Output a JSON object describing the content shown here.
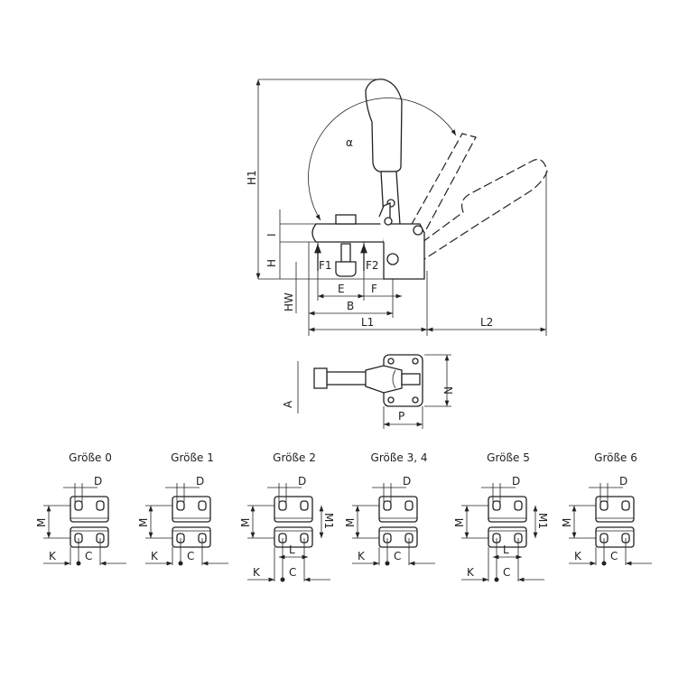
{
  "side_view": {
    "labels": {
      "H1": "H1",
      "alpha": "α",
      "I": "I",
      "H": "H",
      "HW": "HW",
      "F1": "F1",
      "F2": "F2",
      "E": "E",
      "F": "F",
      "B": "B",
      "L1": "L1",
      "L2": "L2"
    }
  },
  "top_view": {
    "labels": {
      "A": "A",
      "N": "N",
      "P": "P"
    }
  },
  "sizes": [
    {
      "title": "Größe 0",
      "labels": {
        "D": "D",
        "M": "M",
        "K": "K",
        "C": "C"
      }
    },
    {
      "title": "Größe 1",
      "labels": {
        "D": "D",
        "M": "M",
        "K": "K",
        "C": "C"
      }
    },
    {
      "title": "Größe 2",
      "labels": {
        "D": "D",
        "M": "M",
        "M1": "M1",
        "L": "L",
        "K": "K",
        "C": "C"
      }
    },
    {
      "title": "Größe 3, 4",
      "labels": {
        "D": "D",
        "M": "M",
        "K": "K",
        "C": "C"
      }
    },
    {
      "title": "Größe 5",
      "labels": {
        "D": "D",
        "M": "M",
        "M1": "M1",
        "L": "L",
        "K": "K",
        "C": "C"
      }
    },
    {
      "title": "Größe 6",
      "labels": {
        "D": "D",
        "M": "M",
        "K": "K",
        "C": "C"
      }
    }
  ]
}
